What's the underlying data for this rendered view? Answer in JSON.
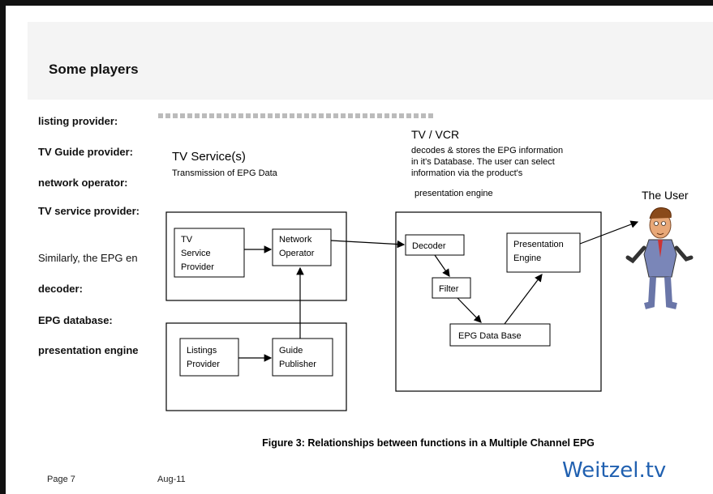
{
  "slide": {
    "title": "Some players",
    "page": "Page 7",
    "date": "Aug-11",
    "brand": "Weitzel.tv",
    "brand_color": "#2060b0"
  },
  "terms": [
    "listing provider:",
    "TV Guide provider:",
    "network operator:",
    "TV service provider:",
    "Similarly, the EPG en",
    "decoder:",
    "EPG database:",
    "presentation engine"
  ],
  "figure": {
    "service_heading": "TV Service(s)",
    "service_sub": "Transmission of EPG Data",
    "tv_heading": "TV / VCR",
    "tv_desc": [
      "decodes & stores the EPG information",
      "in it's Database. The user can select",
      "information via the product's",
      "presentation engine"
    ],
    "user_label": "The User",
    "boxes": {
      "tv_service_provider": [
        "TV",
        "Service",
        "Provider"
      ],
      "network_operator": [
        "Network",
        "Operator"
      ],
      "listings_provider": [
        "Listings",
        "Provider"
      ],
      "guide_publisher": [
        "Guide",
        "Publisher"
      ],
      "decoder": [
        "Decoder"
      ],
      "filter": [
        "Filter"
      ],
      "epg_database": [
        "EPG Data Base"
      ],
      "presentation_engine": [
        "Presentation",
        "Engine"
      ]
    },
    "caption": "Figure 3: Relationships between functions in a Multiple Channel EPG",
    "icons": [
      "user-figure-icon"
    ]
  }
}
